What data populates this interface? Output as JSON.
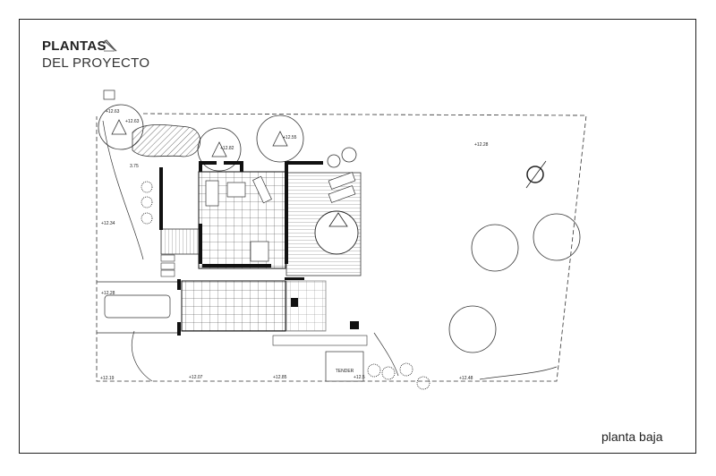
{
  "header": {
    "title_bold": "PLANTAS",
    "title_light": "DEL PROYECTO",
    "icon": "pencil-icon"
  },
  "caption": "planta baja",
  "plan": {
    "tender_label": "TENDER",
    "levels": [
      "+12.63",
      "+12.63",
      "+12.82",
      "+12.55",
      "+12.28",
      "+12.34",
      "+12.28",
      "+12.19",
      "+12.07",
      "+12.85",
      "+12.5",
      "+12.48"
    ],
    "dimension": "3.75"
  }
}
